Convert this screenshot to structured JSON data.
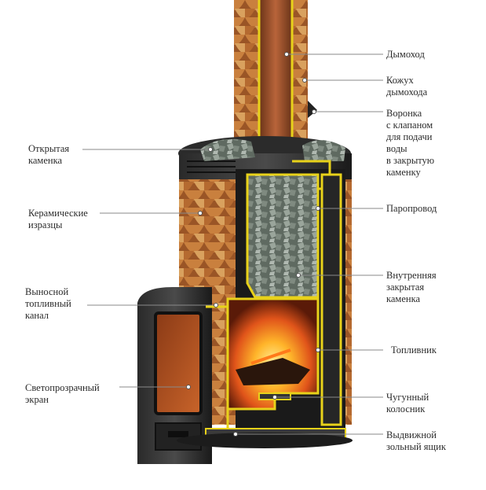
{
  "diagram": {
    "labels_left": [
      {
        "id": "open-stone-chamber",
        "text": "Открытая\nкаменка"
      },
      {
        "id": "ceramic-tiles",
        "text": "Керамические\nизразцы"
      },
      {
        "id": "remote-fuel-channel",
        "text": "Выносной\nтопливный\nканал"
      },
      {
        "id": "transparent-screen",
        "text": "Светопрозрачный\nэкран"
      }
    ],
    "labels_right": [
      {
        "id": "chimney",
        "text": "Дымоход"
      },
      {
        "id": "chimney-casing",
        "text": "Кожух\nдымохода"
      },
      {
        "id": "funnel-valve",
        "text": "Воронка\nс клапаном\nдля подачи\nводы\nв закрытую\nкаменку"
      },
      {
        "id": "steam-line",
        "text": "Паропровод"
      },
      {
        "id": "inner-closed-chamber",
        "text": "Внутренняя\nзакрытая\nкаменка"
      },
      {
        "id": "firebox",
        "text": "Топливник"
      },
      {
        "id": "cast-iron-grate",
        "text": "Чугунный\nколосник"
      },
      {
        "id": "ash-drawer",
        "text": "Выдвижной\nзольный ящик"
      }
    ],
    "colors": {
      "yellow_outline": "#e8d21a",
      "tile_brown": "#a8622a",
      "tile_light": "#d9a15e",
      "metal_dark": "#1e1e1e",
      "fire_orange": "#f08a1a",
      "stones": "#7f8a80"
    }
  }
}
